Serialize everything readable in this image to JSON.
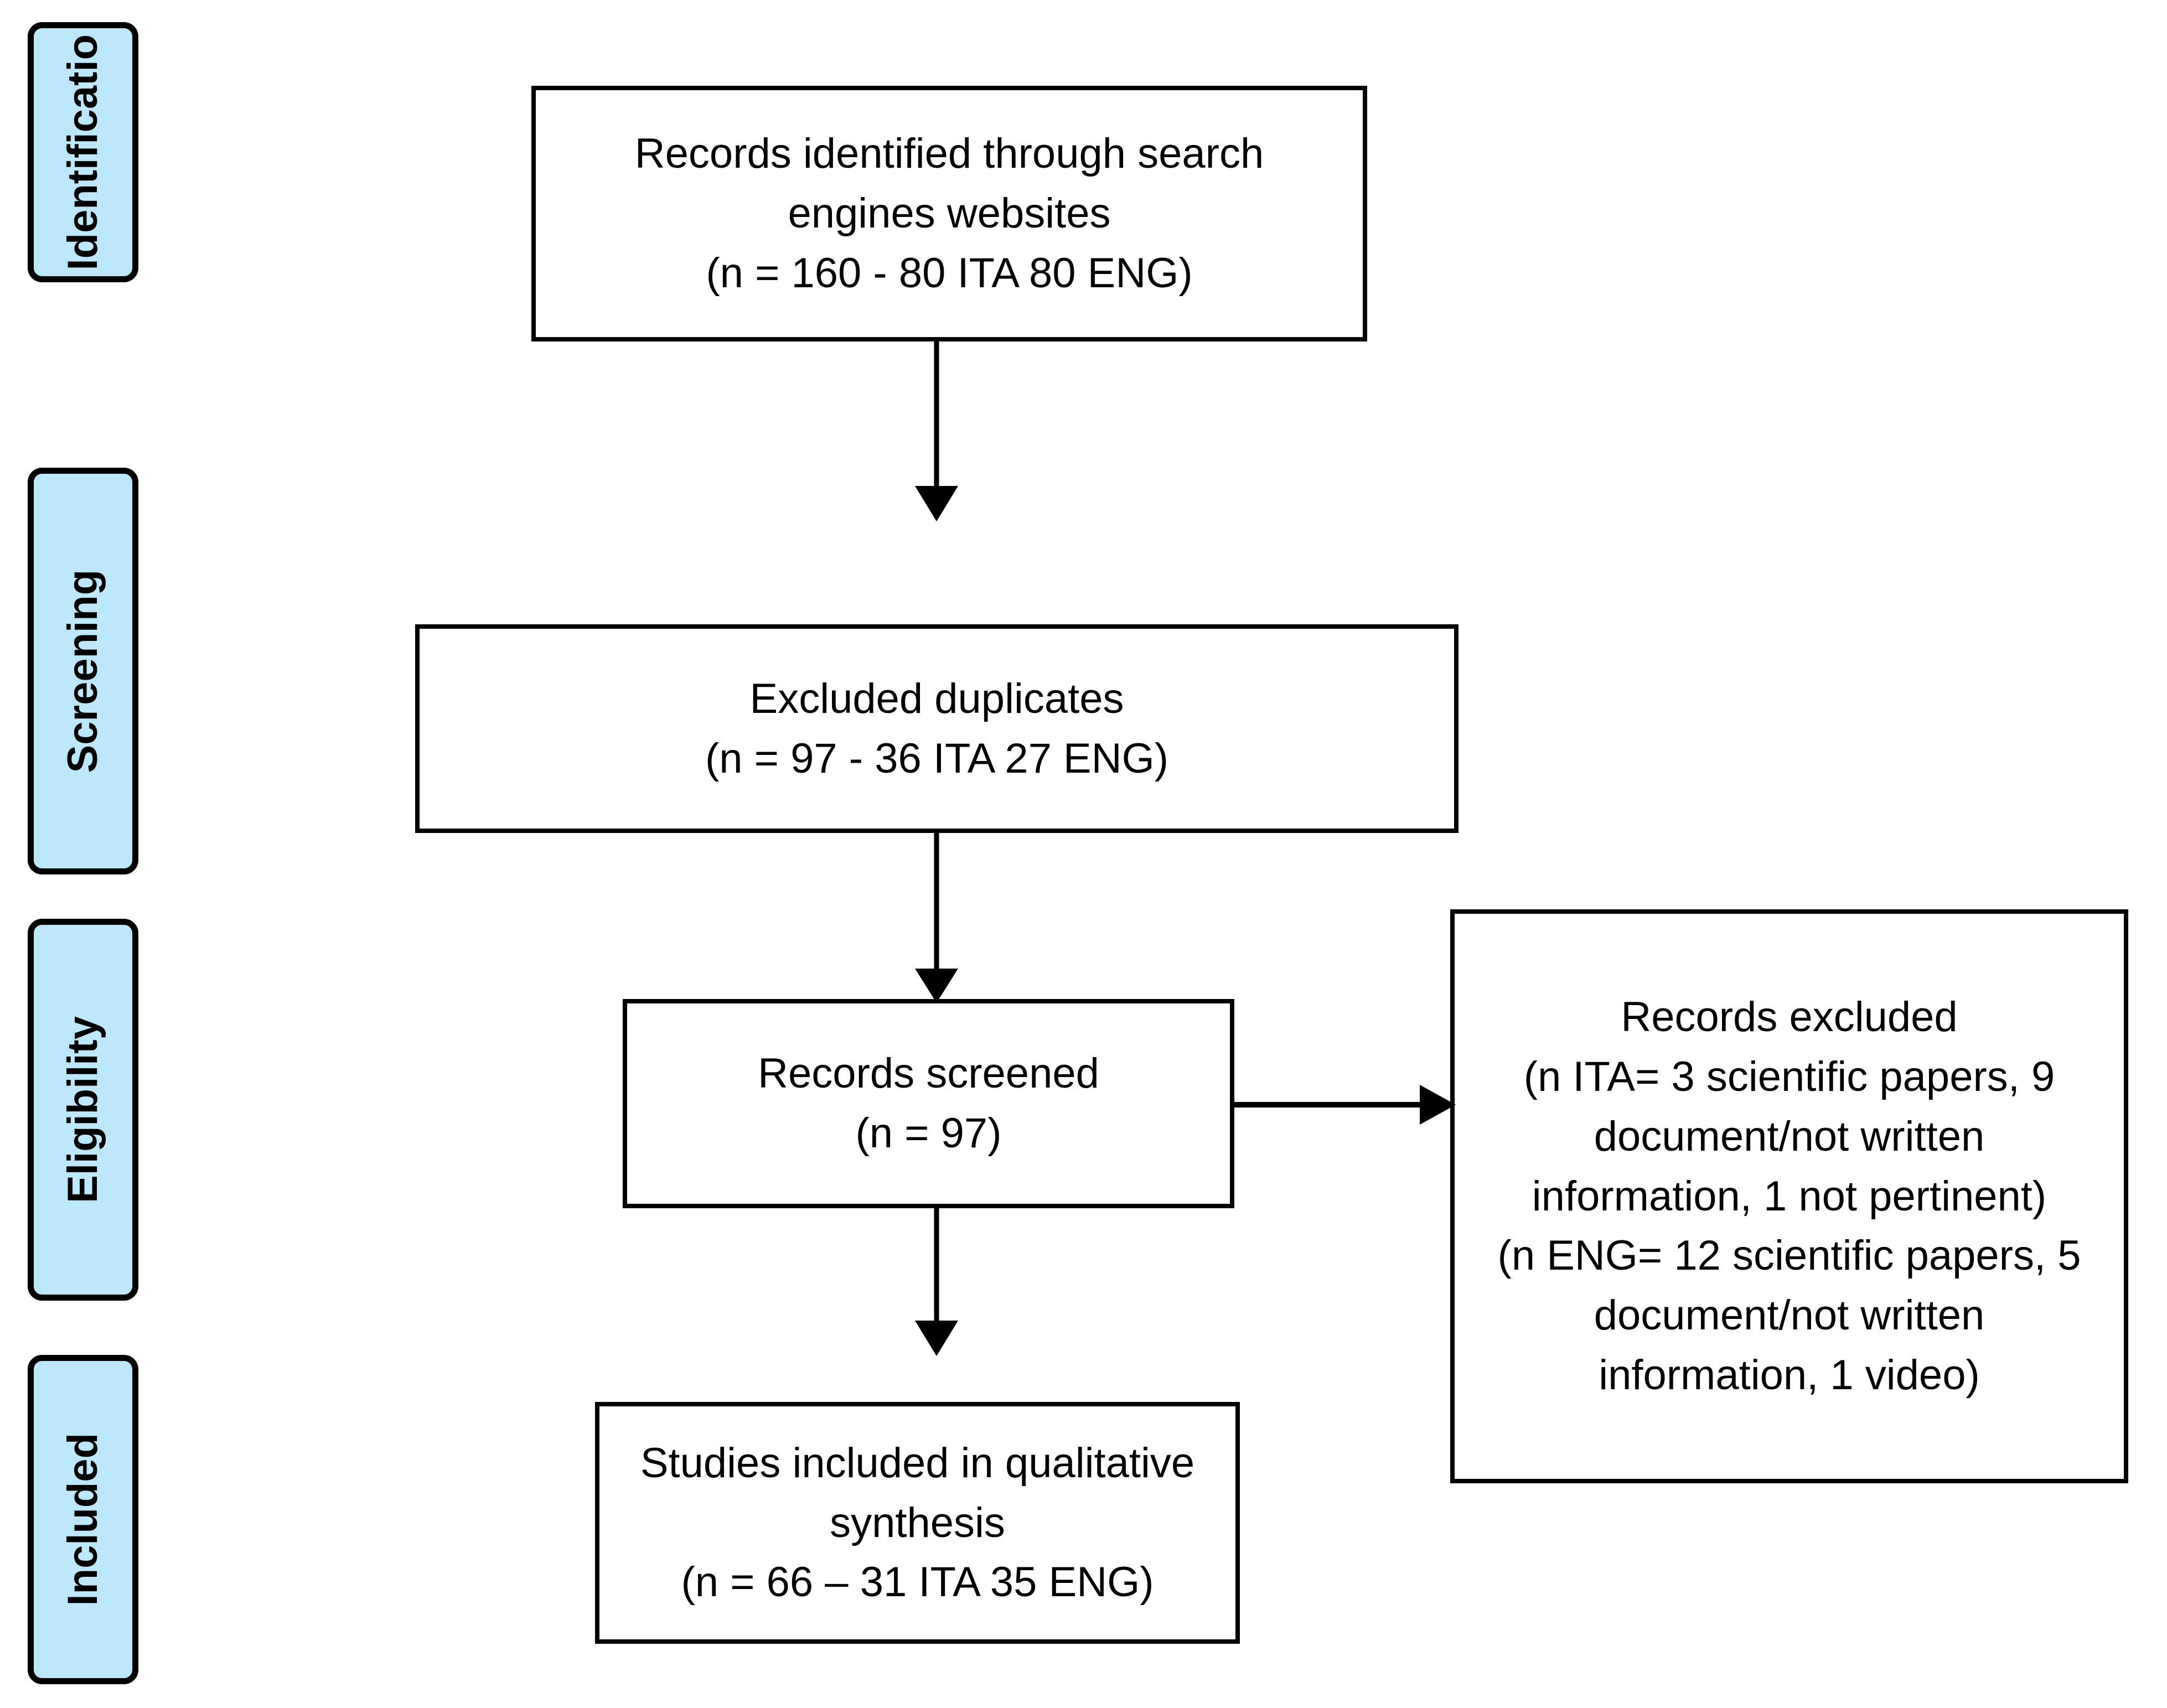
{
  "diagram": {
    "title": "PRISMA flow diagram",
    "accent_color": "#bde8fb",
    "line_color": "#000000",
    "background_color": "#ffffff"
  },
  "stages": [
    {
      "label": "Identificatio"
    },
    {
      "label": "Screening"
    },
    {
      "label": "Eligibility"
    },
    {
      "label": "Included"
    }
  ],
  "boxes": {
    "identified": {
      "text": "Records identified through search engines websites\n(n = 160 - 80 ITA 80 ENG)"
    },
    "duplicates": {
      "text": "Excluded duplicates\n(n = 97 - 36 ITA 27 ENG)"
    },
    "screened": {
      "text": "Records screened\n(n = 97)"
    },
    "excluded": {
      "text": "Records excluded\n(n ITA= 3 scientific papers, 9 document/not written information, 1 not pertinent)\n(n ENG= 12 scientific papers, 5 document/not written information, 1 video)"
    },
    "included": {
      "text": "Studies included in qualitative synthesis\n(n = 66 – 31 ITA 35 ENG)"
    }
  },
  "connectors": [
    {
      "name": "identified-to-duplicates",
      "direction": "down"
    },
    {
      "name": "duplicates-to-screened",
      "direction": "down"
    },
    {
      "name": "screened-to-excluded",
      "direction": "right"
    },
    {
      "name": "screened-to-included",
      "direction": "down"
    }
  ]
}
